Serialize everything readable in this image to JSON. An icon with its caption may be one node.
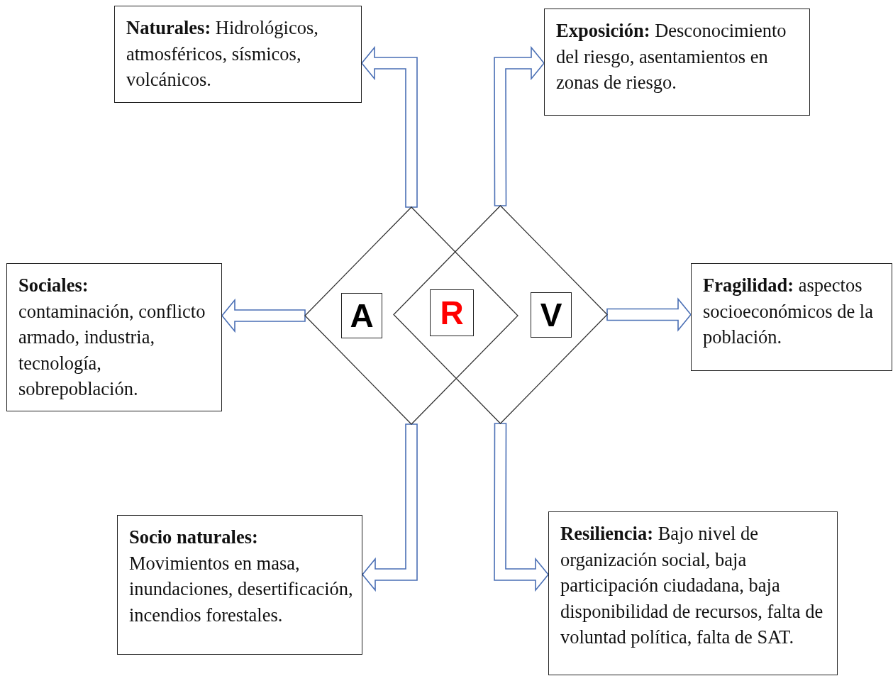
{
  "diagram": {
    "nodes": [
      {
        "text": [
          "**Naturales:** Hidrológicos, atmosféricos, sísmicos, volcánicos."
        ]
      },
      {
        "text": [
          "**Exposición:** Desconocimiento del riesgo, asentamientos en zonas de riesgo."
        ]
      },
      {
        "text": [
          "Sociales:",
          "contaminación, conflicto armado, industria, tecnología, sobrepoblación."
        ]
      },
      {
        "text": [
          "**Fragilidad:** aspectos socioeconómicos de la población."
        ]
      },
      {
        "text": [
          "Socio naturales:",
          "Movimientos en masa, inundaciones, desertificación, incendios forestales."
        ]
      },
      {
        "text": [
          "**Resiliencia:** Bajo nivel de organización social, baja participación ciudadana, baja disponibilidad de recursos, falta de voluntad política, falta de SAT."
        ]
      },
      {
        "text": [],
        "shape": "diamond"
      },
      {
        "text": [],
        "shape": "diamond"
      },
      {
        "text": [
          "A"
        ],
        "in": 6
      },
      {
        "text": [
          "R"
        ]
      },
      {
        "text": [
          "V"
        ],
        "in": 7
      }
    ],
    "edges": [
      {
        "from": 6,
        "to": 0,
        "arrow": "to"
      },
      {
        "from": 7,
        "to": 1,
        "arrow": "to"
      },
      {
        "from": 6,
        "to": 2,
        "arrow": "to"
      },
      {
        "from": 7,
        "to": 3,
        "arrow": "to"
      },
      {
        "from": 6,
        "to": 4,
        "arrow": "to"
      },
      {
        "from": 7,
        "to": 5,
        "arrow": "to"
      }
    ]
  }
}
